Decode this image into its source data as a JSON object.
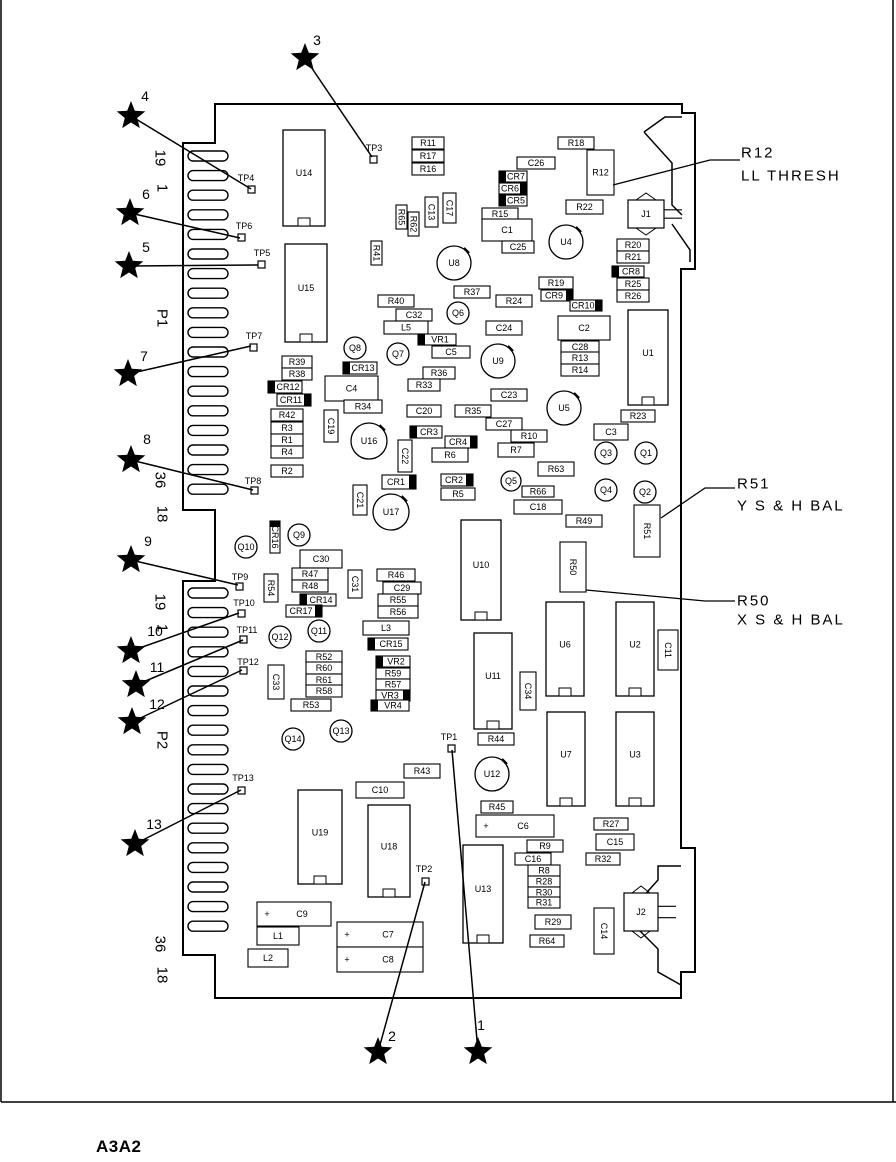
{
  "caption": "A3A2",
  "connectors": {
    "p1": {
      "label": "P1",
      "pin_top_a": "19",
      "pin_top_b": "1",
      "pin_bot_a": "36",
      "pin_bot_b": "18"
    },
    "p2": {
      "label": "P2",
      "pin_top_a": "19",
      "pin_top_b": "1",
      "pin_bot_a": "36",
      "pin_bot_b": "18"
    }
  },
  "callouts": [
    {
      "id": "r12",
      "line1": "R12",
      "line2": "LL THRESH"
    },
    {
      "id": "r51",
      "line1": "R51",
      "line2": "Y S & H BAL"
    },
    {
      "id": "r50",
      "line1": "R50",
      "line2": "X S & H BAL"
    }
  ],
  "stars": [
    "1",
    "2",
    "3",
    "4",
    "5",
    "6",
    "7",
    "8",
    "9",
    "10",
    "11",
    "12",
    "13"
  ],
  "test_points": [
    "TP1",
    "TP2",
    "TP3",
    "TP4",
    "TP5",
    "TP6",
    "TP7",
    "TP8",
    "TP9",
    "TP10",
    "TP11",
    "TP12",
    "TP13"
  ],
  "ics": [
    "U14",
    "U15",
    "U1",
    "U10",
    "U6",
    "U2",
    "U11",
    "U7",
    "U3",
    "U19",
    "U18",
    "U13"
  ],
  "round_parts": [
    "U8",
    "U4",
    "Q6",
    "U9",
    "U5",
    "Q8",
    "Q7",
    "Q3",
    "Q1",
    "U16",
    "Q4",
    "Q2",
    "U17",
    "Q5",
    "Q10",
    "Q9",
    "Q12",
    "Q11",
    "Q14",
    "Q13",
    "U12"
  ],
  "parts": [
    "R11",
    "R17",
    "R16",
    "R18",
    "C26",
    "R12",
    "CR7",
    "CR6",
    "CR5",
    "R22",
    "J1",
    "C13",
    "C17",
    "R65",
    "R62",
    "R15",
    "C1",
    "C25",
    "R41",
    "R20",
    "R21",
    "CR8",
    "R25",
    "R26",
    "R19",
    "CR9",
    "CR10",
    "R37",
    "R24",
    "R40",
    "C32",
    "L5",
    "C24",
    "C2",
    "VR1",
    "C5",
    "C28",
    "R13",
    "R14",
    "R39",
    "R38",
    "CR13",
    "CR12",
    "C4",
    "R36",
    "R33",
    "CR11",
    "R34",
    "C20",
    "C23",
    "R35",
    "R42",
    "R3",
    "C19",
    "C27",
    "R23",
    "C3",
    "CR3",
    "CR4",
    "R10",
    "R1",
    "R6",
    "R7",
    "R4",
    "C22",
    "R63",
    "R2",
    "CR1",
    "CR2",
    "R5",
    "R66",
    "C18",
    "R49",
    "C21",
    "R51",
    "CR16",
    "R50",
    "C30",
    "R47",
    "R48",
    "CR14",
    "CR17",
    "R54",
    "C31",
    "R46",
    "C29",
    "R55",
    "R56",
    "L3",
    "CR15",
    "C11",
    "R52",
    "R60",
    "R61",
    "R58",
    "VR2",
    "R59",
    "R57",
    "VR3",
    "VR4",
    "C33",
    "C34",
    "R53",
    "R44",
    "R43",
    "C10",
    "R45",
    "C6",
    "R27",
    "C15",
    "R32",
    "R9",
    "C16",
    "R8",
    "R28",
    "R30",
    "R31",
    "C9",
    "R29",
    "R64",
    "C14",
    "J2",
    "L1",
    "C7",
    "C8",
    "L2"
  ]
}
